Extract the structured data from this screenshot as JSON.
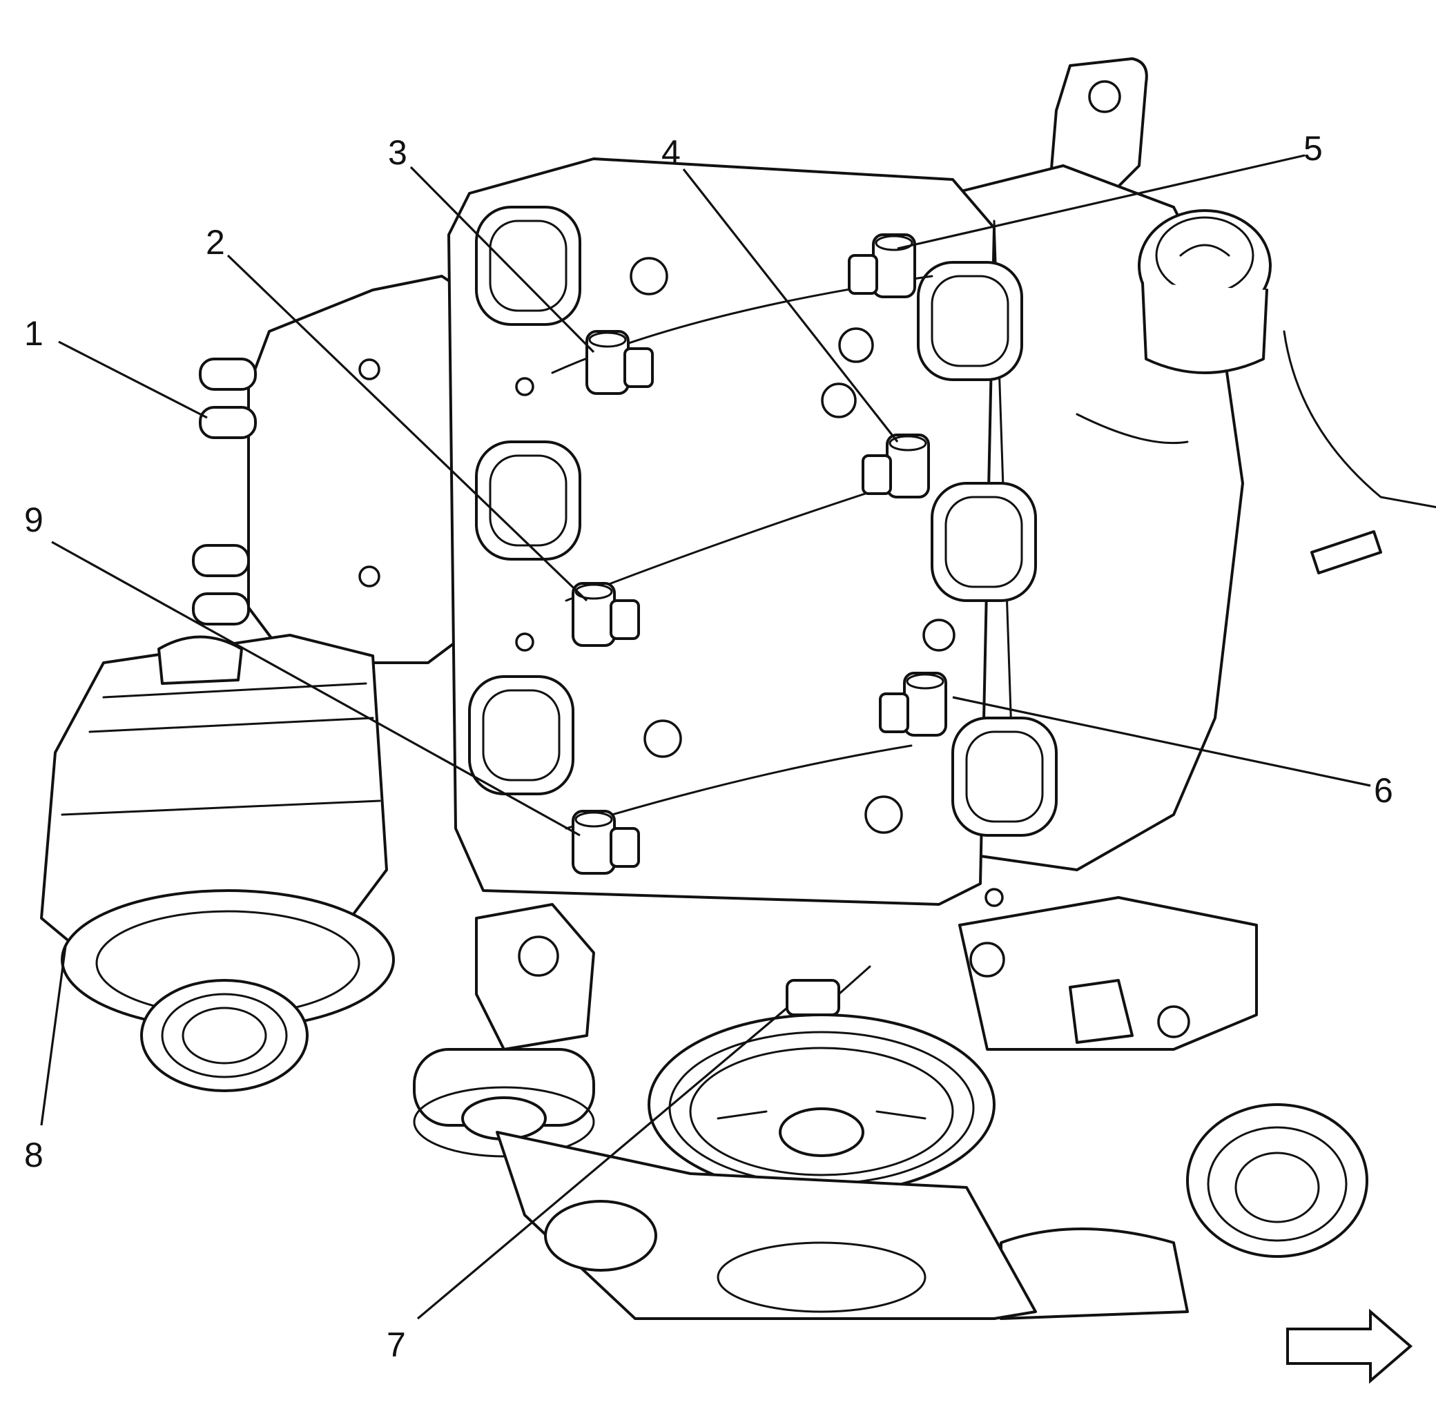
{
  "callouts": [
    {
      "id": "1",
      "label": "1"
    },
    {
      "id": "2",
      "label": "2"
    },
    {
      "id": "3",
      "label": "3"
    },
    {
      "id": "4",
      "label": "4"
    },
    {
      "id": "5",
      "label": "5"
    },
    {
      "id": "6",
      "label": "6"
    },
    {
      "id": "7",
      "label": "7"
    },
    {
      "id": "8",
      "label": "8"
    },
    {
      "id": "9",
      "label": "9"
    }
  ],
  "components": {
    "injectors": [
      "fuel-injector",
      "fuel-injector",
      "fuel-injector",
      "fuel-injector",
      "fuel-injector",
      "fuel-injector"
    ],
    "parts": [
      "alternator",
      "intake-manifold",
      "throttle-body",
      "oil-filler-cap",
      "tensioner-pulley",
      "crankshaft-pulley",
      "idler-pulley",
      "sensor-connector"
    ]
  },
  "icons": {
    "front_direction": "arrow-right-icon"
  }
}
